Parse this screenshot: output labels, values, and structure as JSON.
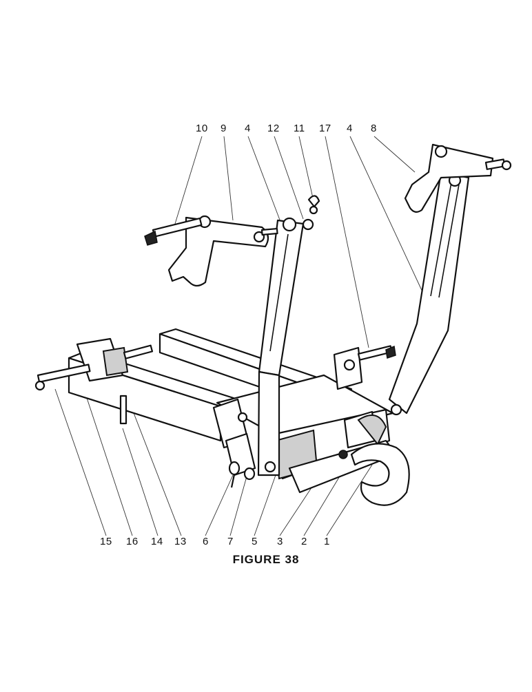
{
  "figure": {
    "caption": "FIGURE 38",
    "top_callouts": [
      "10",
      "9",
      "4",
      "12",
      "11",
      "17",
      "4",
      "8"
    ],
    "bottom_callouts": [
      "15",
      "16",
      "14",
      "13",
      "6",
      "7",
      "5",
      "3",
      "2",
      "1"
    ]
  }
}
